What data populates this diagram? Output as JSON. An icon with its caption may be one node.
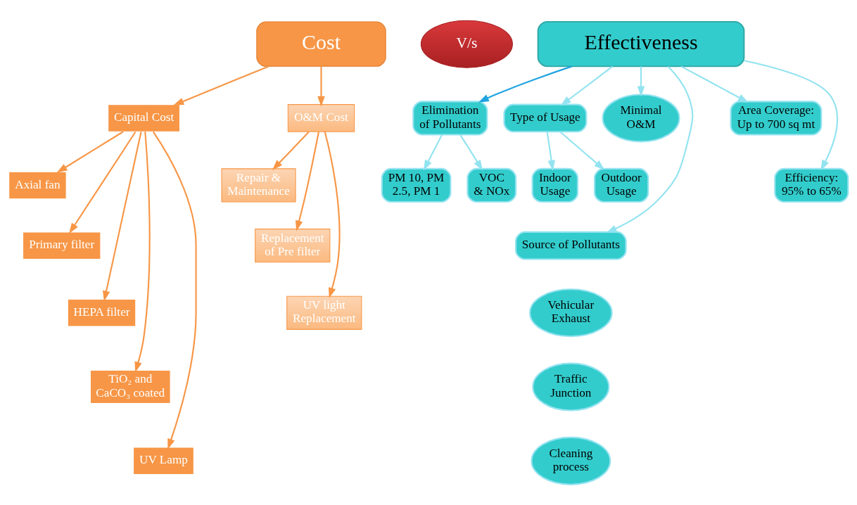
{
  "diagram": {
    "nodes": [
      {
        "text": [
          "Cost"
        ]
      },
      {
        "text": [
          "Capital Cost"
        ]
      },
      {
        "text": [
          "O&M Cost"
        ]
      },
      {
        "text": [
          "Axial fan"
        ]
      },
      {
        "text": [
          "Primary filter"
        ]
      },
      {
        "text": [
          "HEPA filter"
        ]
      },
      {
        "text": [
          "TiO₂ and CaCO₃ coated"
        ]
      },
      {
        "text": [
          "UV Lamp"
        ]
      },
      {
        "text": [
          "Repair & Maintenance"
        ]
      },
      {
        "text": [
          "Replacement of Pre filter"
        ]
      },
      {
        "text": [
          "UV light Replacement"
        ]
      },
      {
        "text": [
          "V/s"
        ]
      },
      {
        "text": [
          "Effectiveness"
        ]
      },
      {
        "text": [
          "Elimination of Pollutants"
        ]
      },
      {
        "text": [
          "PM 10, PM 2.5, PM 1"
        ]
      },
      {
        "text": [
          "VOC & NOx"
        ]
      },
      {
        "text": [
          "Type of Usage"
        ]
      },
      {
        "text": [
          "Indoor Usage"
        ]
      },
      {
        "text": [
          "Outdoor Usage"
        ]
      },
      {
        "text": [
          "Minimal O&M"
        ]
      },
      {
        "text": [
          "Source of Pollutants"
        ]
      },
      {
        "text": [
          "Vehicular Exhaust"
        ]
      },
      {
        "text": [
          "Traffic Junction"
        ]
      },
      {
        "text": [
          "Cleaning process"
        ]
      },
      {
        "text": [
          "Area Coverage: Up to 700 sq mt"
        ]
      },
      {
        "text": [
          "Efficiency: 95% to 65%"
        ]
      }
    ],
    "edges": [
      {
        "from": 0,
        "to": 1,
        "arrow": "to",
        "color": "#f79646"
      },
      {
        "from": 0,
        "to": 2,
        "arrow": "to",
        "color": "#f79646"
      },
      {
        "from": 1,
        "to": 3,
        "arrow": "to",
        "color": "#f79646"
      },
      {
        "from": 1,
        "to": 4,
        "arrow": "to",
        "color": "#f79646"
      },
      {
        "from": 1,
        "to": 5,
        "arrow": "to",
        "color": "#f79646"
      },
      {
        "from": 1,
        "to": 6,
        "arrow": "to",
        "color": "#f79646"
      },
      {
        "from": 1,
        "to": 7,
        "arrow": "to",
        "color": "#f79646"
      },
      {
        "from": 2,
        "to": 8,
        "arrow": "to",
        "color": "#f79646"
      },
      {
        "from": 2,
        "to": 9,
        "arrow": "to",
        "color": "#f79646"
      },
      {
        "from": 2,
        "to": 10,
        "arrow": "to",
        "color": "#f79646"
      },
      {
        "from": 12,
        "to": 13,
        "arrow": "to",
        "color": "#1fa3e0"
      },
      {
        "from": 12,
        "to": 20,
        "arrow": "to",
        "color": "#93e3f0"
      },
      {
        "from": 12,
        "to": 16,
        "arrow": "to",
        "color": "#93e3f0"
      },
      {
        "from": 12,
        "to": 24,
        "arrow": "to",
        "color": "#93e3f0"
      },
      {
        "from": 12,
        "to": 19,
        "arrow": "to",
        "color": "#93e3f0"
      },
      {
        "from": 12,
        "to": 25,
        "arrow": "to",
        "color": "#93e3f0"
      },
      {
        "from": 13,
        "to": 14,
        "arrow": "to",
        "color": "#93e3f0"
      },
      {
        "from": 13,
        "to": 15,
        "arrow": "to",
        "color": "#93e3f0"
      },
      {
        "from": 16,
        "to": 17,
        "arrow": "to",
        "color": "#93e3f0"
      },
      {
        "from": 16,
        "to": 18,
        "arrow": "to",
        "color": "#93e3f0"
      }
    ]
  }
}
